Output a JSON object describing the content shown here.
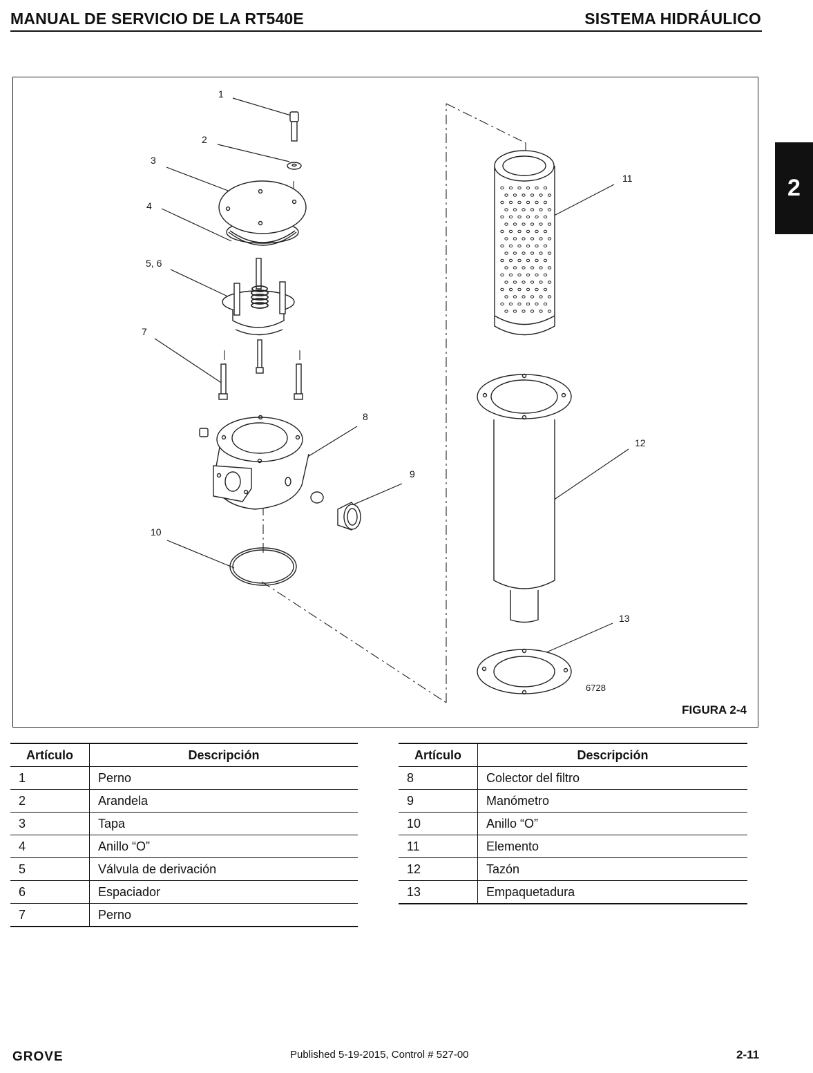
{
  "header": {
    "left_title": "MANUAL DE SERVICIO DE LA RT540E",
    "right_title": "SISTEMA HIDRÁULICO"
  },
  "section_tab": "2",
  "figure": {
    "caption": "FIGURA 2-4",
    "number": "6728",
    "callouts": [
      "1",
      "2",
      "3",
      "4",
      "5, 6",
      "7",
      "8",
      "9",
      "10",
      "11",
      "12",
      "13"
    ]
  },
  "tables": {
    "header_item": "Artículo",
    "header_desc": "Descripción",
    "left": [
      {
        "item": "1",
        "desc": "Perno"
      },
      {
        "item": "2",
        "desc": "Arandela"
      },
      {
        "item": "3",
        "desc": "Tapa"
      },
      {
        "item": "4",
        "desc": "Anillo “O”"
      },
      {
        "item": "5",
        "desc": "Válvula de derivación"
      },
      {
        "item": "6",
        "desc": "Espaciador"
      },
      {
        "item": "7",
        "desc": "Perno"
      }
    ],
    "right": [
      {
        "item": "8",
        "desc": "Colector del filtro"
      },
      {
        "item": "9",
        "desc": "Manómetro"
      },
      {
        "item": "10",
        "desc": "Anillo “O”"
      },
      {
        "item": "11",
        "desc": "Elemento"
      },
      {
        "item": "12",
        "desc": "Tazón"
      },
      {
        "item": "13",
        "desc": "Empaquetadura"
      }
    ]
  },
  "footer": {
    "brand": "GROVE",
    "published": "Published 5-19-2015, Control # 527-00",
    "page": "2-11"
  }
}
